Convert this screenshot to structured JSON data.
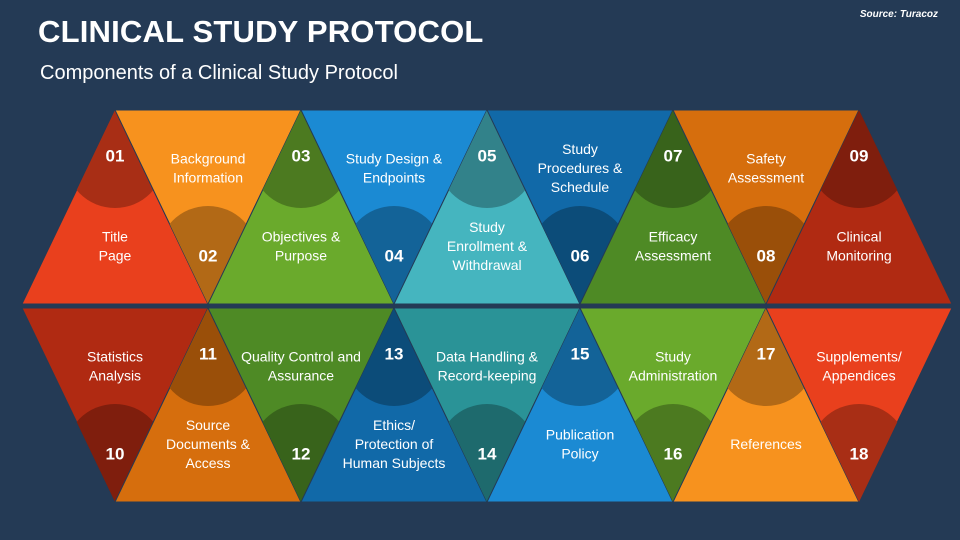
{
  "header": {
    "title": "CLINICAL STUDY PROTOCOL",
    "subtitle": "Components of a Clinical Study Protocol",
    "source": "Source: Turacoz"
  },
  "components": [
    {
      "num": "01",
      "label": "Title\nPage",
      "color": "#e9401d"
    },
    {
      "num": "02",
      "label": "Background\nInformation",
      "color": "#f7921e"
    },
    {
      "num": "03",
      "label": "Objectives &\nPurpose",
      "color": "#6aaa2c"
    },
    {
      "num": "04",
      "label": "Study Design &\nEndpoints",
      "color": "#1b8ad3"
    },
    {
      "num": "05",
      "label": "Study\nEnrollment &\nWithdrawal",
      "color": "#45b5bf"
    },
    {
      "num": "06",
      "label": "Study\nProcedures &\nSchedule",
      "color": "#1169a8"
    },
    {
      "num": "07",
      "label": "Efficacy\nAssessment",
      "color": "#4e8a25"
    },
    {
      "num": "08",
      "label": "Safety\nAssessment",
      "color": "#d66e0d"
    },
    {
      "num": "09",
      "label": "Clinical\nMonitoring",
      "color": "#b02a12"
    },
    {
      "num": "10",
      "label": "Statistics\nAnalysis",
      "color": "#b02a12"
    },
    {
      "num": "11",
      "label": "Source\nDocuments &\nAccess",
      "color": "#d66e0d"
    },
    {
      "num": "12",
      "label": "Quality Control and\nAssurance",
      "color": "#4e8a25"
    },
    {
      "num": "13",
      "label": "Ethics/\nProtection of\nHuman Subjects",
      "color": "#1169a8"
    },
    {
      "num": "14",
      "label": "Data Handling &\nRecord-keeping",
      "color": "#2a9397"
    },
    {
      "num": "15",
      "label": "Publication\nPolicy",
      "color": "#1b8ad3"
    },
    {
      "num": "16",
      "label": "Study\nAdministration",
      "color": "#6aaa2c"
    },
    {
      "num": "17",
      "label": "References",
      "color": "#f7921e"
    },
    {
      "num": "18",
      "label": "Supplements/\nAppendices",
      "color": "#e9401d"
    }
  ]
}
